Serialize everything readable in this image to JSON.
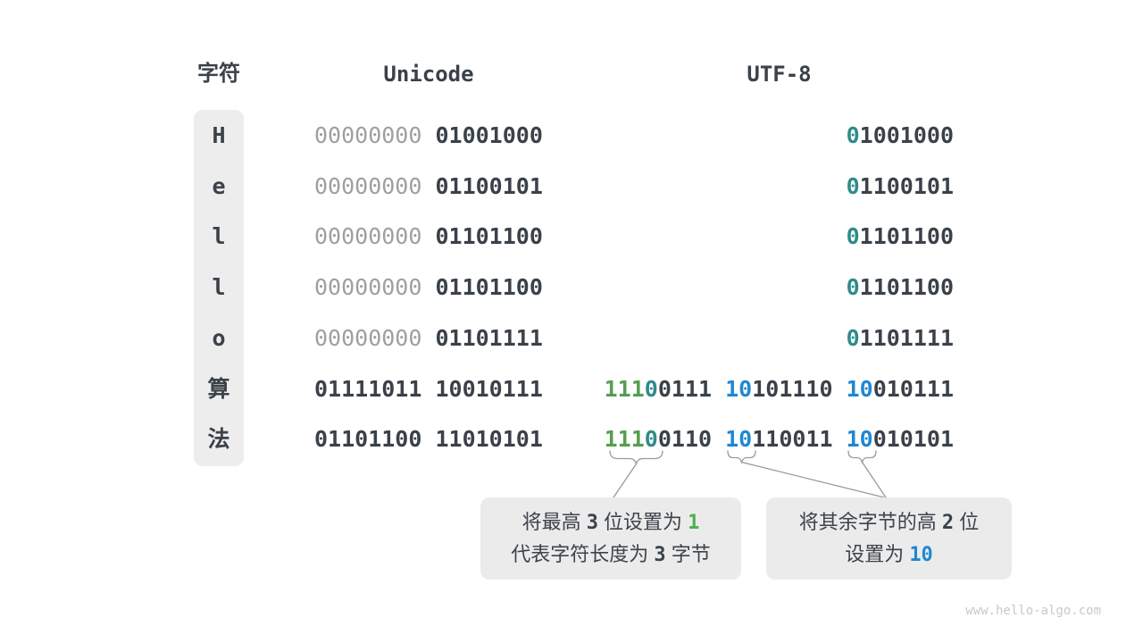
{
  "colors": {
    "dark_text": "#3a4149",
    "gray_zeros": "#9d9fa2",
    "green_prefix": "#569e4f",
    "teal_zero": "#2d8c8a",
    "blue_prefix": "#1f88d2",
    "box_background": "#ebebeb",
    "connector_line": "#9a9a9a"
  },
  "headers": {
    "char": "字符",
    "unicode": "Unicode",
    "utf8": "UTF-8"
  },
  "table": {
    "rows": [
      {
        "char": "H",
        "unicode": [
          {
            "t": "00000000 ",
            "c": "gray"
          },
          {
            "t": "01001000",
            "c": "dark"
          }
        ],
        "utf8": [
          {
            "t": "0",
            "c": "teal"
          },
          {
            "t": "1001000",
            "c": "dark"
          }
        ]
      },
      {
        "char": "e",
        "unicode": [
          {
            "t": "00000000 ",
            "c": "gray"
          },
          {
            "t": "01100101",
            "c": "dark"
          }
        ],
        "utf8": [
          {
            "t": "0",
            "c": "teal"
          },
          {
            "t": "1100101",
            "c": "dark"
          }
        ]
      },
      {
        "char": "l",
        "unicode": [
          {
            "t": "00000000 ",
            "c": "gray"
          },
          {
            "t": "01101100",
            "c": "dark"
          }
        ],
        "utf8": [
          {
            "t": "0",
            "c": "teal"
          },
          {
            "t": "1101100",
            "c": "dark"
          }
        ]
      },
      {
        "char": "l",
        "unicode": [
          {
            "t": "00000000 ",
            "c": "gray"
          },
          {
            "t": "01101100",
            "c": "dark"
          }
        ],
        "utf8": [
          {
            "t": "0",
            "c": "teal"
          },
          {
            "t": "1101100",
            "c": "dark"
          }
        ]
      },
      {
        "char": "o",
        "unicode": [
          {
            "t": "00000000 ",
            "c": "gray"
          },
          {
            "t": "01101111",
            "c": "dark"
          }
        ],
        "utf8": [
          {
            "t": "0",
            "c": "teal"
          },
          {
            "t": "1101111",
            "c": "dark"
          }
        ]
      },
      {
        "char": "算",
        "unicode": [
          {
            "t": "01111011 10010111",
            "c": "dark"
          }
        ],
        "utf8": [
          {
            "t": "111",
            "c": "green"
          },
          {
            "t": "0",
            "c": "teal"
          },
          {
            "t": "0111 ",
            "c": "dark"
          },
          {
            "t": "10",
            "c": "blue"
          },
          {
            "t": "101110 ",
            "c": "dark"
          },
          {
            "t": "10",
            "c": "blue"
          },
          {
            "t": "010111",
            "c": "dark"
          }
        ]
      },
      {
        "char": "法",
        "unicode": [
          {
            "t": "01101100 11010101",
            "c": "dark"
          }
        ],
        "utf8": [
          {
            "t": "111",
            "c": "green"
          },
          {
            "t": "0",
            "c": "teal"
          },
          {
            "t": "0110 ",
            "c": "dark"
          },
          {
            "t": "10",
            "c": "blue"
          },
          {
            "t": "110011 ",
            "c": "dark"
          },
          {
            "t": "10",
            "c": "blue"
          },
          {
            "t": "010101",
            "c": "dark"
          }
        ]
      }
    ]
  },
  "callouts": [
    {
      "lines": [
        [
          {
            "t": "将最高 ",
            "c": "cn"
          },
          {
            "t": "3",
            "c": "num-dark"
          },
          {
            "t": " 位设置为 ",
            "c": "cn"
          },
          {
            "t": "1",
            "c": "num-green"
          }
        ],
        [
          {
            "t": "代表字符长度为 ",
            "c": "cn"
          },
          {
            "t": "3",
            "c": "num-dark"
          },
          {
            "t": " 字节",
            "c": "cn"
          }
        ]
      ]
    },
    {
      "lines": [
        [
          {
            "t": "将其余字节的高 ",
            "c": "cn"
          },
          {
            "t": "2",
            "c": "num-dark"
          },
          {
            "t": " 位",
            "c": "cn"
          }
        ],
        [
          {
            "t": "设置为 ",
            "c": "cn"
          },
          {
            "t": "10",
            "c": "num-blue"
          }
        ]
      ]
    }
  ],
  "watermark": "www.hello-algo.com"
}
